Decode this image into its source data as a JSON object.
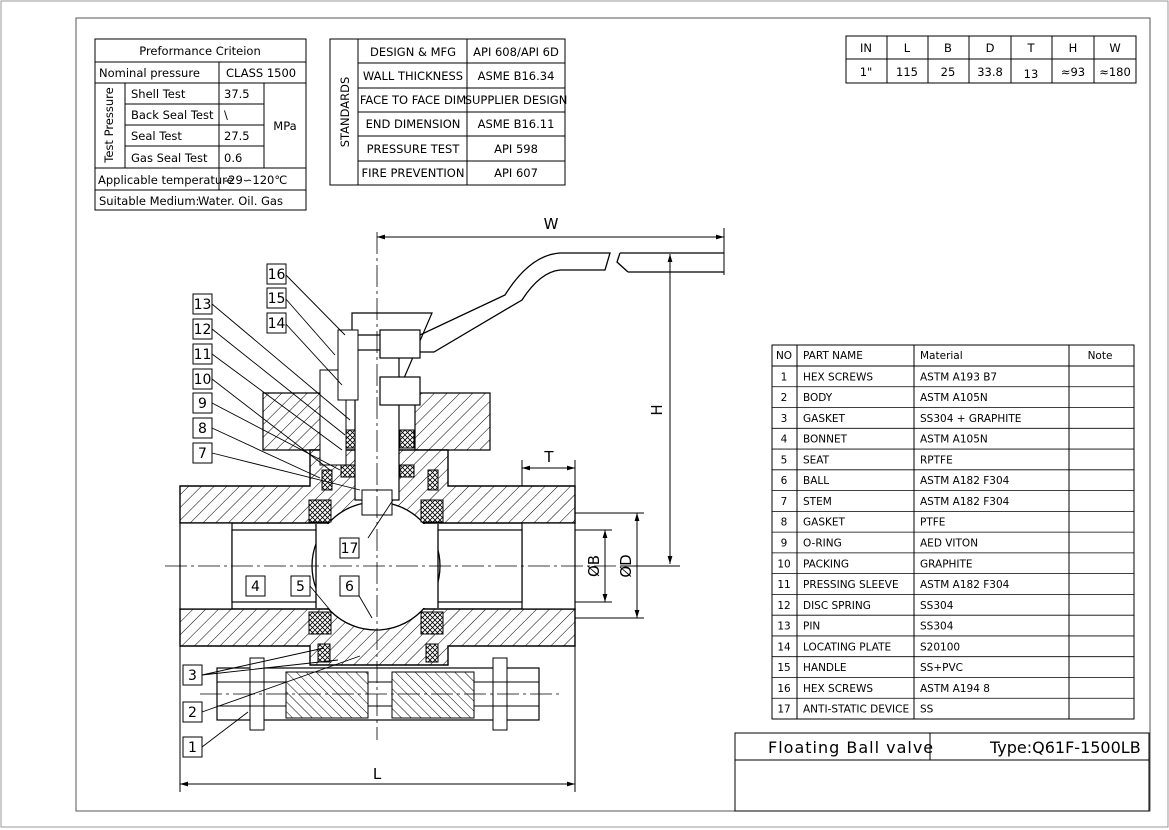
{
  "performance": {
    "title": "Preformance Criteion",
    "nominal_label": "Nominal pressure",
    "nominal_value": "CLASS 1500",
    "test_pressure_label": "Test Pressure",
    "rows": [
      {
        "label": "Shell Test",
        "value": "37.5"
      },
      {
        "label": "Back Seal Test",
        "value": "\\"
      },
      {
        "label": "Seal Test",
        "value": "27.5"
      },
      {
        "label": "Gas Seal Test",
        "value": "0.6"
      }
    ],
    "unit": "MPa",
    "temp_label": "Applicable temperature",
    "temp_value": "-29∽120℃",
    "medium_label": "Suitable Medium:",
    "medium_value": "Water. Oil. Gas"
  },
  "standards": {
    "heading": "STANDARDS",
    "rows": [
      {
        "item": "DESIGN & MFG",
        "value": "API 608/API 6D"
      },
      {
        "item": "WALL THICKNESS",
        "value": "ASME B16.34"
      },
      {
        "item": "FACE TO FACE DIM",
        "value": "SUPPLIER DESIGN"
      },
      {
        "item": "END DIMENSION",
        "value": "ASME B16.11"
      },
      {
        "item": "PRESSURE TEST",
        "value": "API 598"
      },
      {
        "item": "FIRE PREVENTION",
        "value": "API 607"
      }
    ]
  },
  "dimensions": {
    "headers": [
      "IN",
      "L",
      "B",
      "D",
      "T",
      "H",
      "W"
    ],
    "values": [
      "1\"",
      "115",
      "25",
      "33.8",
      "13",
      "≈93",
      "≈180"
    ]
  },
  "parts": {
    "headers": [
      "NO",
      "PART NAME",
      "Material",
      "Note"
    ],
    "rows": [
      {
        "no": "1",
        "name": "HEX SCREWS",
        "material": "ASTM A193 B7"
      },
      {
        "no": "2",
        "name": "BODY",
        "material": "ASTM A105N"
      },
      {
        "no": "3",
        "name": "GASKET",
        "material": "SS304 + GRAPHITE"
      },
      {
        "no": "4",
        "name": "BONNET",
        "material": "ASTM A105N"
      },
      {
        "no": "5",
        "name": "SEAT",
        "material": "RPTFE"
      },
      {
        "no": "6",
        "name": "BALL",
        "material": "ASTM A182 F304"
      },
      {
        "no": "7",
        "name": "STEM",
        "material": "ASTM A182 F304"
      },
      {
        "no": "8",
        "name": "GASKET",
        "material": "PTFE"
      },
      {
        "no": "9",
        "name": "O-RING",
        "material": "AED VITON"
      },
      {
        "no": "10",
        "name": "PACKING",
        "material": "GRAPHITE"
      },
      {
        "no": "11",
        "name": "PRESSING SLEEVE",
        "material": "ASTM A182 F304"
      },
      {
        "no": "12",
        "name": "DISC SPRING",
        "material": "SS304"
      },
      {
        "no": "13",
        "name": "PIN",
        "material": "SS304"
      },
      {
        "no": "14",
        "name": "LOCATING PLATE",
        "material": "S20100"
      },
      {
        "no": "15",
        "name": "HANDLE",
        "material": "SS+PVC"
      },
      {
        "no": "16",
        "name": "HEX SCREWS",
        "material": "ASTM A194 8"
      },
      {
        "no": "17",
        "name": "ANTI-STATIC DEVICE",
        "material": "SS"
      }
    ]
  },
  "title_block": {
    "name": "Floating Ball valve",
    "type": "Type:Q61F-1500LB"
  },
  "drawing": {
    "dim_labels": {
      "W": "W",
      "H": "H",
      "T": "T",
      "B": "ØB",
      "D": "ØD",
      "L": "L"
    },
    "callouts": [
      "1",
      "2",
      "3",
      "4",
      "5",
      "6",
      "7",
      "8",
      "9",
      "10",
      "11",
      "12",
      "13",
      "14",
      "15",
      "16",
      "17"
    ]
  }
}
